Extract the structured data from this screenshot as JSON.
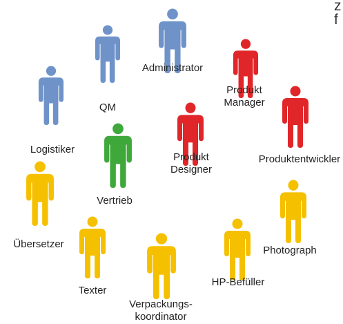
{
  "colors": {
    "blue": "#6f93c9",
    "green": "#3fa83b",
    "red": "#e1262a",
    "yellow": "#f5c000"
  },
  "corner": {
    "line1": "z",
    "line2": "f"
  },
  "people": [
    {
      "id": "administrator",
      "role": "Administrator",
      "color": "blue",
      "icon": "person-icon"
    },
    {
      "id": "qm",
      "role": "QM",
      "color": "blue",
      "icon": "person-icon"
    },
    {
      "id": "logistiker",
      "role": "Logistiker",
      "color": "blue",
      "icon": "person-icon"
    },
    {
      "id": "vertrieb",
      "role": "Vertrieb",
      "color": "green",
      "icon": "person-icon"
    },
    {
      "id": "produkt-manager",
      "role": [
        "Produkt",
        "Manager"
      ],
      "color": "red",
      "icon": "person-icon"
    },
    {
      "id": "produktentwickler",
      "role": "Produktentwickler",
      "color": "red",
      "icon": "person-icon"
    },
    {
      "id": "produkt-designer",
      "role": [
        "Produkt",
        "Designer"
      ],
      "color": "red",
      "icon": "person-icon"
    },
    {
      "id": "uebersetzer",
      "role": "Übersetzer",
      "color": "yellow",
      "icon": "person-icon"
    },
    {
      "id": "texter",
      "role": "Texter",
      "color": "yellow",
      "icon": "person-icon"
    },
    {
      "id": "verpackungskoordinator",
      "role": [
        "Verpackungs-",
        "koordinator"
      ],
      "color": "yellow",
      "icon": "person-icon"
    },
    {
      "id": "hp-befueller",
      "role": "HP-Befüller",
      "color": "yellow",
      "icon": "person-icon"
    },
    {
      "id": "photograph",
      "role": "Photograph",
      "color": "yellow",
      "icon": "person-icon"
    }
  ]
}
